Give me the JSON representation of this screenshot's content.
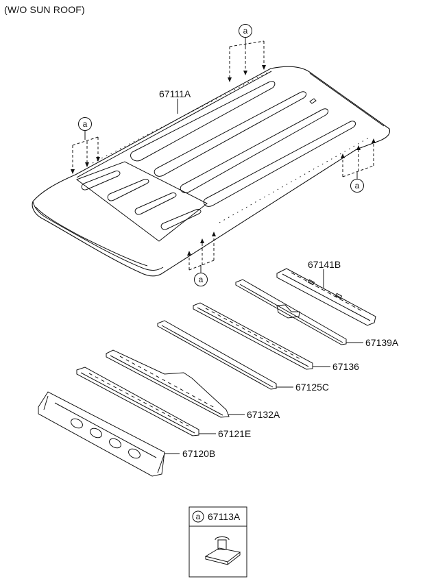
{
  "diagram": {
    "heading": "(W/O SUN ROOF)",
    "callout_marker": "a",
    "parts": {
      "roof_panel": "67111A",
      "rail_67141B": "67141B",
      "rail_67139A": "67139A",
      "rail_67136": "67136",
      "rail_67125C": "67125C",
      "rail_67132A": "67132A",
      "rail_67121E": "67121E",
      "rail_67120B": "67120B"
    },
    "legend": {
      "marker": "a",
      "part_number": "67113A"
    }
  }
}
